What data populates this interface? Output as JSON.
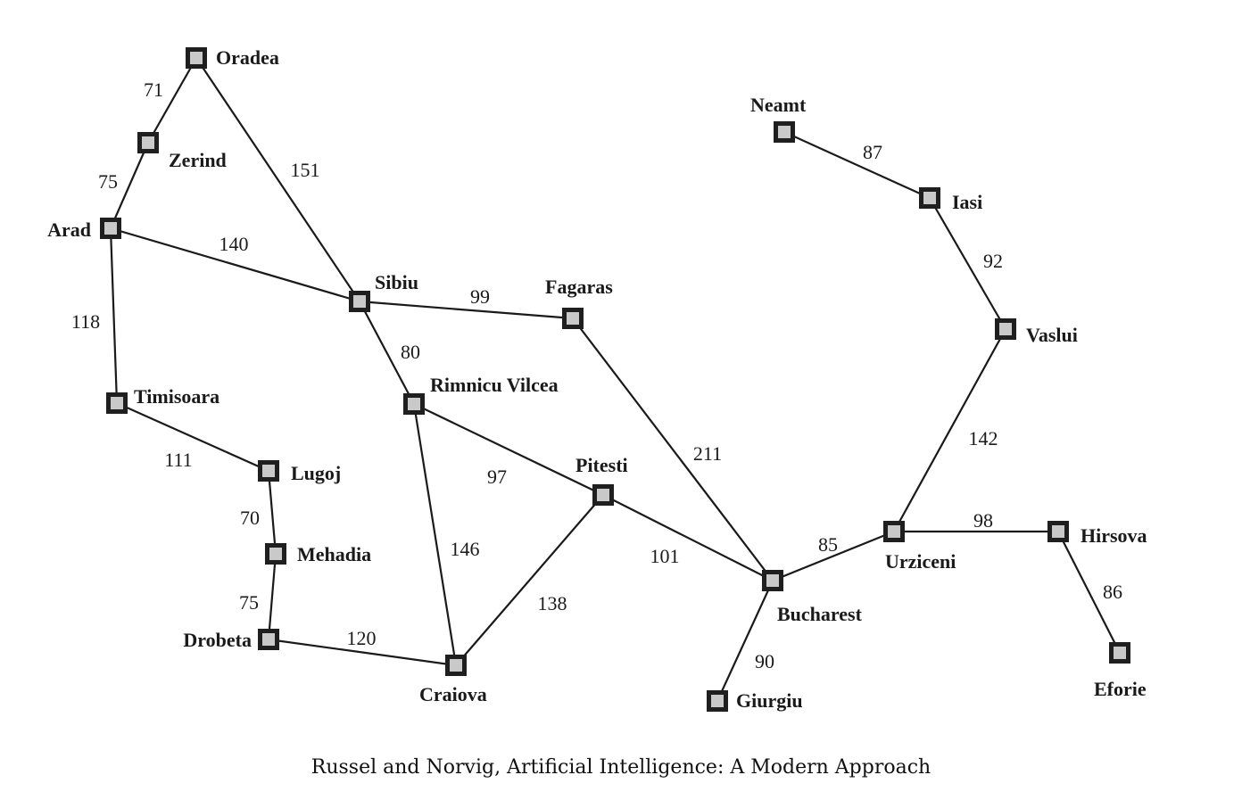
{
  "caption": "Russel and Norvig, Artificial Intelligence: A Modern Approach",
  "colors": {
    "line": "#1a1a1a",
    "node_border": "#1f1f1f",
    "node_fill": "#c9c9c9"
  },
  "cities": [
    {
      "id": "oradea",
      "name": "Oradea"
    },
    {
      "id": "zerind",
      "name": "Zerind"
    },
    {
      "id": "arad",
      "name": "Arad"
    },
    {
      "id": "sibiu",
      "name": "Sibiu"
    },
    {
      "id": "fagaras",
      "name": "Fagaras"
    },
    {
      "id": "timisoara",
      "name": "Timisoara"
    },
    {
      "id": "rimnicu-vilcea",
      "name": "Rimnicu Vilcea"
    },
    {
      "id": "lugoj",
      "name": "Lugoj"
    },
    {
      "id": "pitesti",
      "name": "Pitesti"
    },
    {
      "id": "mehadia",
      "name": "Mehadia"
    },
    {
      "id": "drobeta",
      "name": "Drobeta"
    },
    {
      "id": "craiova",
      "name": "Craiova"
    },
    {
      "id": "bucharest",
      "name": "Bucharest"
    },
    {
      "id": "giurgiu",
      "name": "Giurgiu"
    },
    {
      "id": "urziceni",
      "name": "Urziceni"
    },
    {
      "id": "hirsova",
      "name": "Hirsova"
    },
    {
      "id": "eforie",
      "name": "Eforie"
    },
    {
      "id": "vaslui",
      "name": "Vaslui"
    },
    {
      "id": "iasi",
      "name": "Iasi"
    },
    {
      "id": "neamt",
      "name": "Neamt"
    }
  ],
  "roads": [
    {
      "from": "oradea",
      "to": "zerind",
      "distance": "71"
    },
    {
      "from": "zerind",
      "to": "arad",
      "distance": "75"
    },
    {
      "from": "oradea",
      "to": "sibiu",
      "distance": "151"
    },
    {
      "from": "arad",
      "to": "sibiu",
      "distance": "140"
    },
    {
      "from": "arad",
      "to": "timisoara",
      "distance": "118"
    },
    {
      "from": "sibiu",
      "to": "fagaras",
      "distance": "99"
    },
    {
      "from": "sibiu",
      "to": "rimnicu-vilcea",
      "distance": "80"
    },
    {
      "from": "timisoara",
      "to": "lugoj",
      "distance": "111"
    },
    {
      "from": "lugoj",
      "to": "mehadia",
      "distance": "70"
    },
    {
      "from": "mehadia",
      "to": "drobeta",
      "distance": "75"
    },
    {
      "from": "drobeta",
      "to": "craiova",
      "distance": "120"
    },
    {
      "from": "rimnicu-vilcea",
      "to": "craiova",
      "distance": "146"
    },
    {
      "from": "rimnicu-vilcea",
      "to": "pitesti",
      "distance": "97"
    },
    {
      "from": "craiova",
      "to": "pitesti",
      "distance": "138"
    },
    {
      "from": "fagaras",
      "to": "bucharest",
      "distance": "211"
    },
    {
      "from": "pitesti",
      "to": "bucharest",
      "distance": "101"
    },
    {
      "from": "bucharest",
      "to": "giurgiu",
      "distance": "90"
    },
    {
      "from": "bucharest",
      "to": "urziceni",
      "distance": "85"
    },
    {
      "from": "urziceni",
      "to": "hirsova",
      "distance": "98"
    },
    {
      "from": "hirsova",
      "to": "eforie",
      "distance": "86"
    },
    {
      "from": "urziceni",
      "to": "vaslui",
      "distance": "142"
    },
    {
      "from": "vaslui",
      "to": "iasi",
      "distance": "92"
    },
    {
      "from": "iasi",
      "to": "neamt",
      "distance": "87"
    }
  ]
}
